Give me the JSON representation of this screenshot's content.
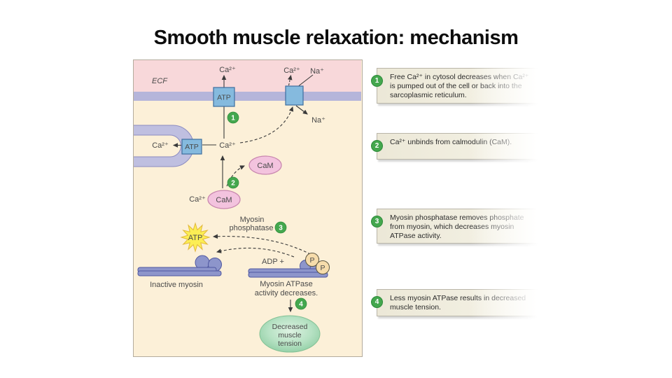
{
  "title": "Smooth muscle relaxation: mechanism",
  "colors": {
    "ecf_band": "#f8d8da",
    "membrane": "#b5b5da",
    "cytosol": "#fcf0d8",
    "transporter_blue": "#85bade",
    "step_badge_green": "#44a74e",
    "cam_pink": "#f3c3de",
    "tension_green": "#8ccca1",
    "atp_star_yellow": "#fcee54"
  },
  "diagram": {
    "ecf": "ECF",
    "ca2": "Ca²⁺",
    "na": "Na⁺",
    "atp": "ATP",
    "cam": "CaM",
    "adp_plus": "ADP +",
    "p": "P",
    "myosin_phosphatase_1": "Myosin",
    "myosin_phosphatase_2": "phosphatase",
    "inactive_myosin": "Inactive myosin",
    "myosin_atpase_1": "Myosin ATPase",
    "myosin_atpase_2": "activity decreases.",
    "tension_1": "Decreased",
    "tension_2": "muscle",
    "tension_3": "tension",
    "steps": {
      "s1": "1",
      "s2": "2",
      "s3": "3",
      "s4": "4"
    }
  },
  "callouts": [
    {
      "num": "1",
      "text": "Free Ca²⁺ in cytosol decreases when Ca²⁺ is pumped out of the cell or back into the sarcoplasmic reticulum."
    },
    {
      "num": "2",
      "text": "Ca²⁺ unbinds from calmodulin (CaM)."
    },
    {
      "num": "3",
      "text": "Myosin phosphatase removes phosphate from myosin, which decreases myosin ATPase activity."
    },
    {
      "num": "4",
      "text": "Less myosin ATPase results in decreased muscle tension."
    }
  ]
}
